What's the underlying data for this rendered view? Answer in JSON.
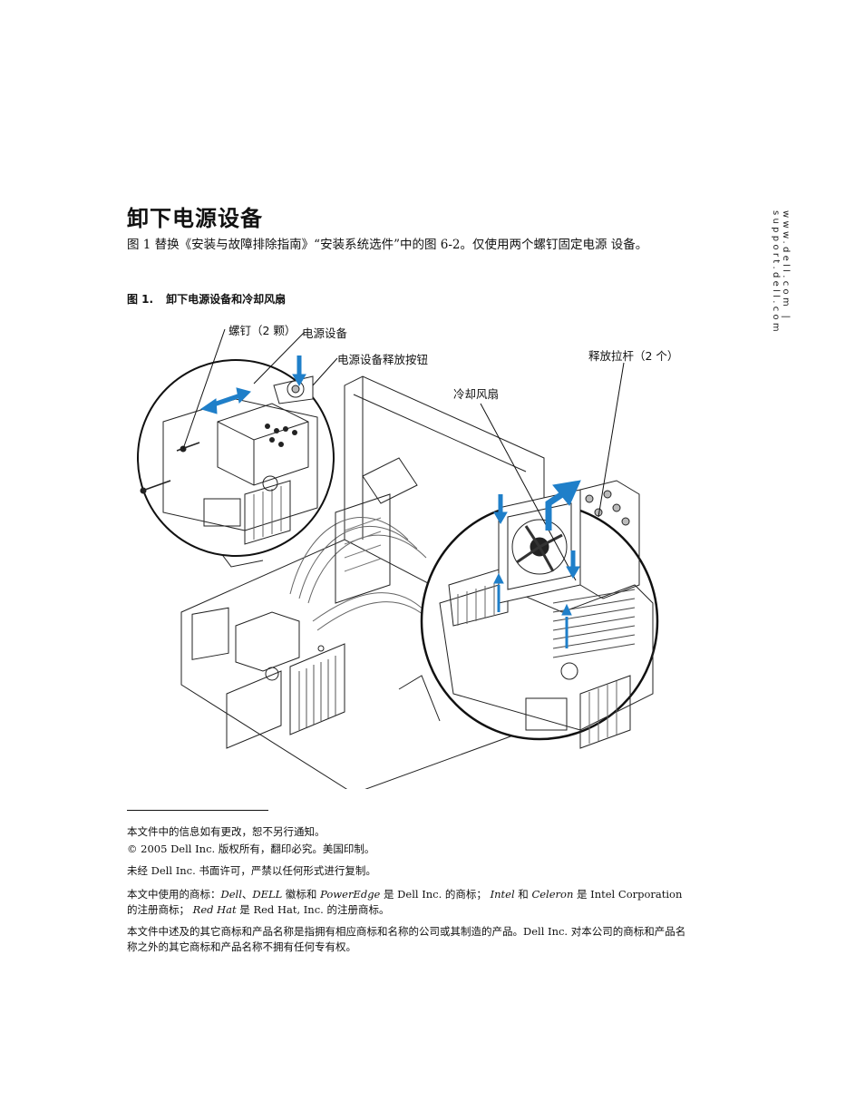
{
  "sidebar_url": "www.dell.com | support.dell.com",
  "heading": "卸下电源设备",
  "intro": "图 1 替换《安装与故障排除指南》“安装系统选件”中的图 6-2。仅使用两个螺钉固定电源 设备。",
  "figure": {
    "label": "图 1.",
    "title": "卸下电源设备和冷却风扇",
    "callouts": {
      "screws": "螺钉（2 颗）",
      "power_supply": "电源设备",
      "release_button": "电源设备释放按钮",
      "release_levers": "释放拉杆（2 个）",
      "cooling_fan": "冷却风扇"
    }
  },
  "footnotes": {
    "line1": "本文件中的信息如有更改，恕不另行通知。",
    "line2": "© 2005 Dell Inc. 版权所有，翻印必究。美国印制。",
    "line3": "未经 Dell Inc. 书面许可，严禁以任何形式进行复制。",
    "tm_a": "本文中使用的商标：",
    "tm_dell": "Dell",
    "tm_sep": "、",
    "tm_dell2": "DELL",
    "tm_b": " 徽标和 ",
    "tm_poweredge": "PowerEdge",
    "tm_c": " 是 Dell Inc. 的商标； ",
    "tm_intel": "Intel",
    "tm_d": " 和 ",
    "tm_celeron": "Celeron",
    "tm_e": " 是 Intel Corporation",
    "tm_f": "的注册商标； ",
    "tm_redhat": "Red Hat",
    "tm_g": " 是 Red Hat, Inc. 的注册商标。",
    "line5": "本文件中述及的其它商标和产品名称是指拥有相应商标和名称的公司或其制造的产品。Dell Inc. 对本公司的商标和产品名称之外的其它商标和产品名称不拥有任何专有权。"
  },
  "colors": {
    "arrow": "#1f7fc9"
  }
}
